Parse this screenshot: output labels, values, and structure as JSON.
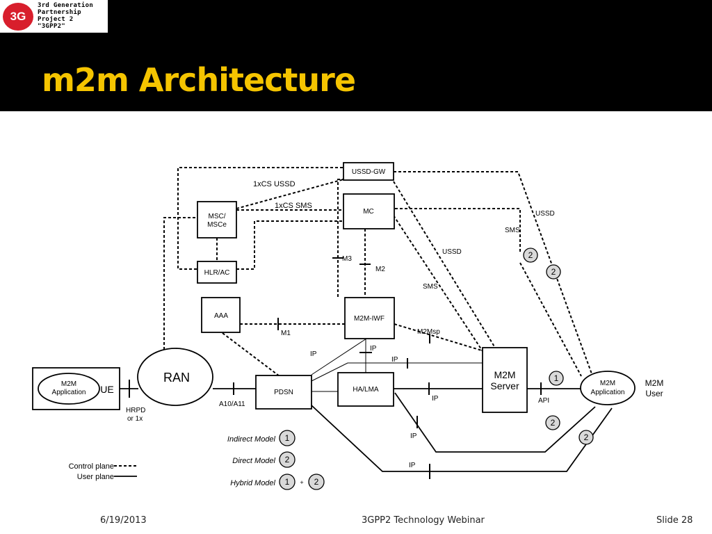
{
  "logo": {
    "mark": "3G",
    "lines": [
      "3rd Generation",
      "Partnership",
      "Project 2",
      "\"3GPP2\""
    ]
  },
  "title": "m2m Architecture",
  "diagram": {
    "nodes": {
      "ussd_gw": "USSD-GW",
      "mc": "MC",
      "msc_line1": "MSC/",
      "msc_line2": "MSCe",
      "hlr": "HLR/AC",
      "aaa": "AAA",
      "m2m_iwf": "M2M-IWF",
      "ran": "RAN",
      "pdsn": "PDSN",
      "ha_lma": "HA/LMA",
      "server_line1": "M2M",
      "server_line2": "Server",
      "ue_app_line1": "M2M",
      "ue_app_line2": "Application",
      "ue": "UE",
      "user_app_line1": "M2M",
      "user_app_line2": "Application",
      "m2m_user_line1": "M2M",
      "m2m_user_line2": "User"
    },
    "labels": {
      "cs_ussd": "1xCS USSD",
      "cs_sms": "1xCS SMS",
      "ussd_right": "USSD",
      "sms_right": "SMS",
      "ussd_mid": "USSD",
      "sms_mid": "SMS",
      "m3": "M3",
      "m2": "M2",
      "m1": "M1",
      "m2msp": "M2Msp",
      "ip1": "IP",
      "ip2": "IP",
      "ip3": "IP",
      "ip4": "IP",
      "ip5": "IP",
      "ip6": "IP",
      "api": "API",
      "a10": "A10/A11",
      "hrpd": "HRPD",
      "or1x": "or 1x"
    },
    "badges": {
      "b2_ussd": "2",
      "b2_sms": "2",
      "b1_api": "1",
      "b2_lower1": "2",
      "b2_lower2": "2"
    },
    "legend": {
      "indirect": "Indirect Model",
      "indirect_badge": "1",
      "direct": "Direct Model",
      "direct_badge": "2",
      "hybrid": "Hybrid Model",
      "hybrid_badge1": "1",
      "hybrid_plus": "+",
      "hybrid_badge2": "2",
      "control_plane": "Control plane",
      "user_plane": "User plane"
    }
  },
  "footer": {
    "date": "6/19/2013",
    "center": "3GPP2 Technology Webinar",
    "slide": "Slide 28"
  }
}
